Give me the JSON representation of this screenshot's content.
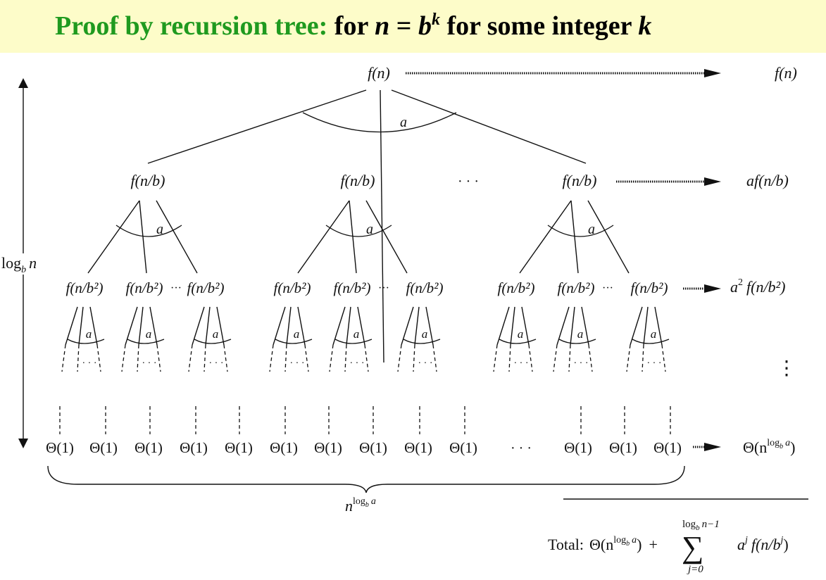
{
  "title": {
    "prefix": "Proof by recursion tree:",
    "for_word": "for",
    "n_var": "n",
    "equals": "=",
    "b_var": "b",
    "k_sup": "k",
    "suffix": "for some integer",
    "k_var": "k"
  },
  "tree": {
    "root_label": "f(n)",
    "level1_label": "f(n/b)",
    "level2_label": "f(n/b²)",
    "branch_label": "a",
    "leaf_label": "Θ(1)",
    "level2_ellipsis": "···",
    "dots": "· · ·",
    "small_dots": "· · ·",
    "vertical_dots": "⋮",
    "height_label_log": "log",
    "height_label_sub": "b",
    "height_label_n": "n"
  },
  "level_sums": {
    "root": "f(n)",
    "level1": "af(n/b)",
    "level2_a": "a",
    "level2_sup": "2",
    "level2_rest": "f(n/b²)",
    "leaves_theta": "Θ(n",
    "leaves_exp": "log",
    "leaves_exp_sub": "b",
    "leaves_exp_a": "a",
    "leaves_close": ")"
  },
  "leaf_count": {
    "base": "n",
    "exp": "log",
    "exp_sub": "b",
    "exp_a": "a"
  },
  "total": {
    "label": "Total:",
    "theta_open": "Θ(n",
    "theta_exp": "log",
    "theta_exp_sub": "b",
    "theta_exp_a": "a",
    "theta_close": ")",
    "plus": "+",
    "sigma": "∑",
    "upper": "log",
    "upper_sub": "b",
    "upper_n": "n−1",
    "lower": "j=0",
    "term_a": "a",
    "term_j": "j",
    "term_f": "f(n/b",
    "term_bj": "j",
    "term_close": ")"
  }
}
